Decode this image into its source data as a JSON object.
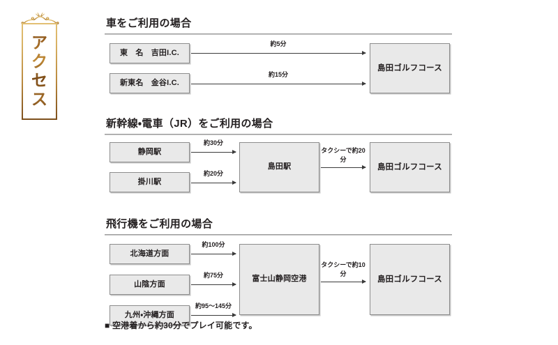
{
  "banner": {
    "name": "access-banner",
    "characters": [
      "ア",
      "ク",
      "セ",
      "ス"
    ],
    "text": "アクセス",
    "frame_color": "#b8873c",
    "text_color": "#7a4a16"
  },
  "sections": [
    {
      "id": "car",
      "heading": "車をご利用の場合",
      "sources": [
        {
          "label": "東　名　吉田I.C.",
          "time": "約5分"
        },
        {
          "label": "新東名　金谷I.C.",
          "time": "約15分"
        }
      ],
      "destination": "島田ゴルフコース"
    },
    {
      "id": "train",
      "heading": "新幹線・電車（JR）をご利用の場合",
      "sources": [
        {
          "label": "静岡駅",
          "time": "約30分"
        },
        {
          "label": "掛川駅",
          "time": "約20分"
        }
      ],
      "hub": "島田駅",
      "transfer": "タクシーで約20分",
      "transfer_line1": "タクシーで約20",
      "transfer_line2": "分",
      "destination": "島田ゴルフコース"
    },
    {
      "id": "plane",
      "heading": "飛行機をご利用の場合",
      "sources": [
        {
          "label": "北海道方面",
          "time": "約100分"
        },
        {
          "label": "山陰方面",
          "time": "約75分"
        },
        {
          "label": "九州・沖縄方面",
          "time": "約95〜145分"
        }
      ],
      "hub": "富士山静岡空港",
      "transfer": "タクシーで約10分",
      "transfer_line1": "タクシーで約10",
      "transfer_line2": "分",
      "destination": "島田ゴルフコース"
    }
  ],
  "footnote": "■ 空港着から約30分でプレイ可能です。",
  "colors": {
    "node_fill": "#e9e9e9",
    "node_border": "#8c8c8c",
    "line": "#3a3a3a",
    "rule": "#9a9a9a",
    "text": "#231f20",
    "gold": "#b8873c"
  }
}
